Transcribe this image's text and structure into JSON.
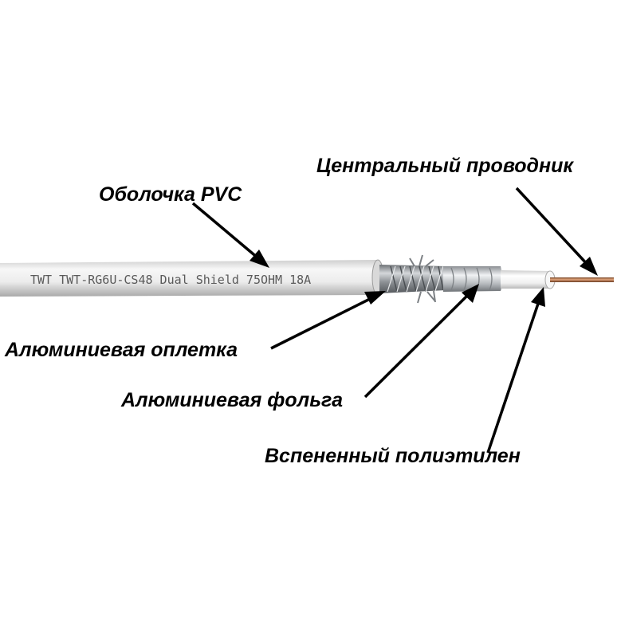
{
  "labels": {
    "center_conductor": "Центральный проводник",
    "jacket": "Оболочка PVC",
    "braid": "Алюминиевая оплетка",
    "foil": "Алюминиевая фольга",
    "dielectric": "Вспененный полиэтилен"
  },
  "cable_print": "TWT TWT-RG6U-CS48 Dual Shield 75OHM 18A",
  "colors": {
    "background": "#ffffff",
    "text": "#000000",
    "jacket": "#e9e9e9",
    "braid": "#9a9ea2",
    "foil": "#c8ccd0",
    "dielectric": "#f4f4f4",
    "conductor": "#b86a3c"
  }
}
